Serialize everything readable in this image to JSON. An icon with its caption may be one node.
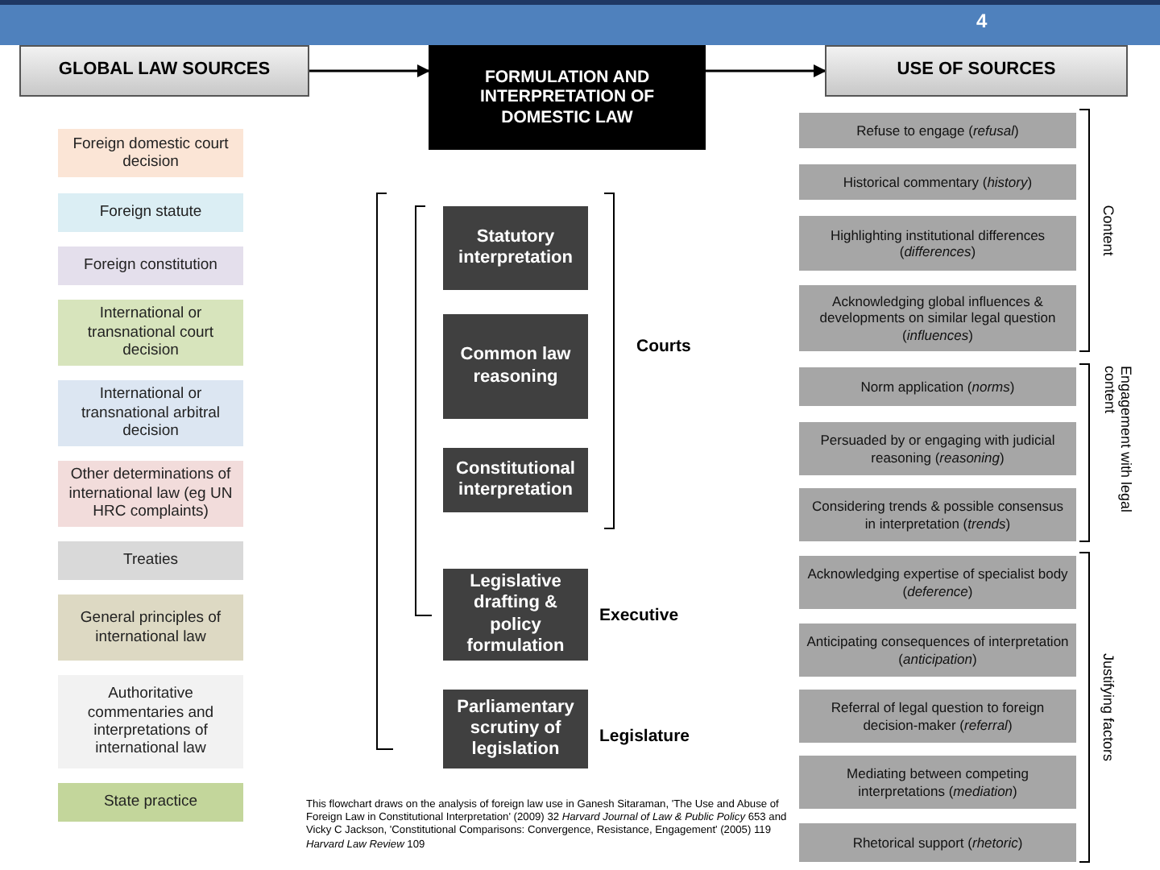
{
  "diagram": {
    "caption": "This flowchart draws on the analysis of foreign law use in Ganesh Sitaraman, 'The Use and Abuse of Foreign Law in Constitutional Interpretation' (2009) 32 *Harvard Journal of Law & Public Policy* 653 and Vicky C Jackson, 'Constitutional Comparisons: Convergence, Resistance, Engagement' (2005) 119 *Harvard Law Review* 109",
    "nodes": [
      {
        "text": [
          "GLOBAL LAW SOURCES"
        ]
      },
      {
        "text": [
          "FORMULATION AND INTERPRETATION OF DOMESTIC LAW"
        ]
      },
      {
        "text": [
          "USE OF SOURCES"
        ]
      },
      {
        "text": [
          "Foreign domestic court decision"
        ]
      },
      {
        "text": [
          "Foreign statute"
        ]
      },
      {
        "text": [
          "Foreign constitution"
        ]
      },
      {
        "text": [
          "International or transnational court decision"
        ]
      },
      {
        "text": [
          "International or transnational arbitral decision"
        ]
      },
      {
        "text": [
          "Other determinations of international law (eg UN HRC complaints)"
        ]
      },
      {
        "text": [
          "Treaties"
        ]
      },
      {
        "text": [
          "General principles of international law"
        ]
      },
      {
        "text": [
          "Authoritative commentaries and interpretations of international law"
        ]
      },
      {
        "text": [
          "State practice"
        ]
      },
      {
        "text": [
          "Statutory interpretation"
        ]
      },
      {
        "text": [
          "Common law reasoning"
        ]
      },
      {
        "text": [
          "Constitutional interpretation"
        ]
      },
      {
        "text": [
          "Legislative drafting & policy formulation"
        ]
      },
      {
        "text": [
          "Parliamentary scrutiny of legislation"
        ]
      },
      {
        "text": [
          "Refuse to engage (*refusal*)"
        ]
      },
      {
        "text": [
          "Historical commentary (*history*)"
        ]
      },
      {
        "text": [
          "Highlighting institutional differences (*differences*)"
        ]
      },
      {
        "text": [
          "Acknowledging global influences & developments on similar legal question (*influences*)"
        ]
      },
      {
        "text": [
          "Norm application (*norms*)"
        ]
      },
      {
        "text": [
          "Persuaded by or engaging with judicial reasoning (*reasoning*)"
        ]
      },
      {
        "text": [
          "Considering trends & possible consensus in interpretation (*trends*)"
        ]
      },
      {
        "text": [
          "Acknowledging expertise of specialist body (*deference*)"
        ]
      },
      {
        "text": [
          "Anticipating consequences of interpretation (*anticipation*)"
        ]
      },
      {
        "text": [
          "Referral of legal question to foreign decision-maker (*referral*)"
        ]
      },
      {
        "text": [
          "Mediating between competing interpretations (*mediation*)"
        ]
      },
      {
        "text": [
          "Rhetorical support (*rhetoric*)"
        ]
      }
    ],
    "edges": [
      {
        "from": 0,
        "to": 1,
        "arrow": "to"
      },
      {
        "from": 1,
        "to": 2,
        "arrow": "to"
      }
    ],
    "labels": [
      "4",
      "Courts",
      "Executive",
      "Legislature",
      "Content",
      "Engagement with legal content",
      "Justifying factors"
    ]
  }
}
